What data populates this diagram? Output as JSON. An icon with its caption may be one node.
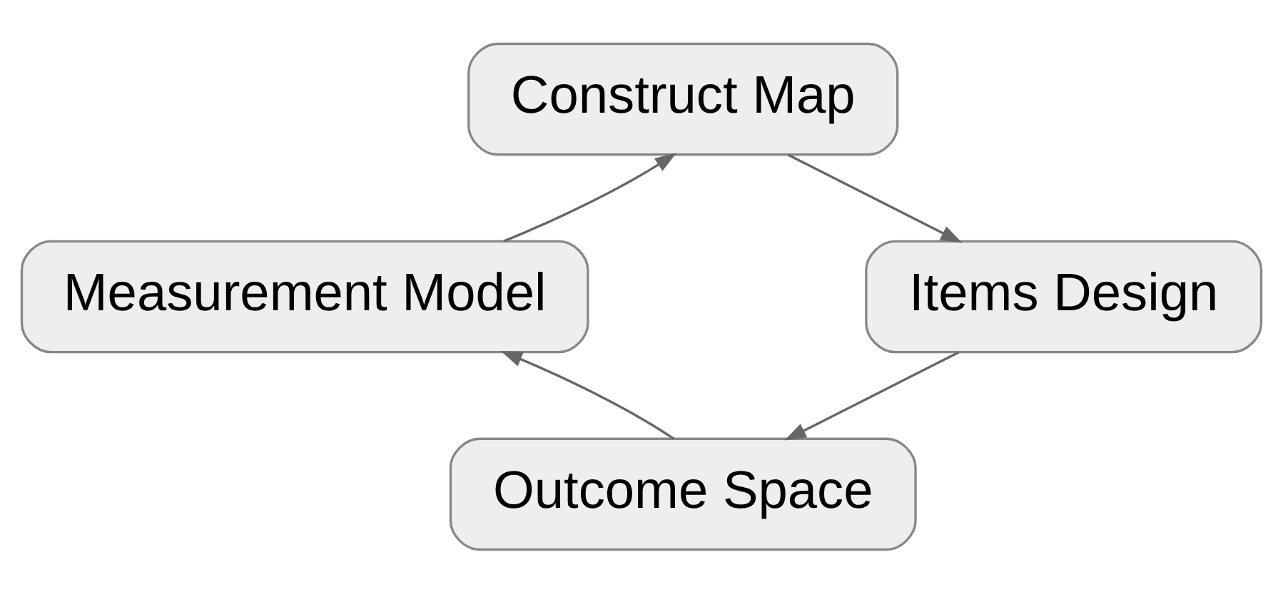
{
  "diagram": {
    "nodes": [
      {
        "text": [
          "Construct Map"
        ]
      },
      {
        "text": [
          "Items Design"
        ]
      },
      {
        "text": [
          "Outcome Space"
        ]
      },
      {
        "text": [
          "Measurement Model"
        ]
      }
    ],
    "edges": [
      {
        "from": 0,
        "to": 1,
        "arrow": "to"
      },
      {
        "from": 1,
        "to": 2,
        "arrow": "to"
      },
      {
        "from": 2,
        "to": 3,
        "arrow": "to"
      },
      {
        "from": 3,
        "to": 0,
        "arrow": "to"
      }
    ]
  }
}
